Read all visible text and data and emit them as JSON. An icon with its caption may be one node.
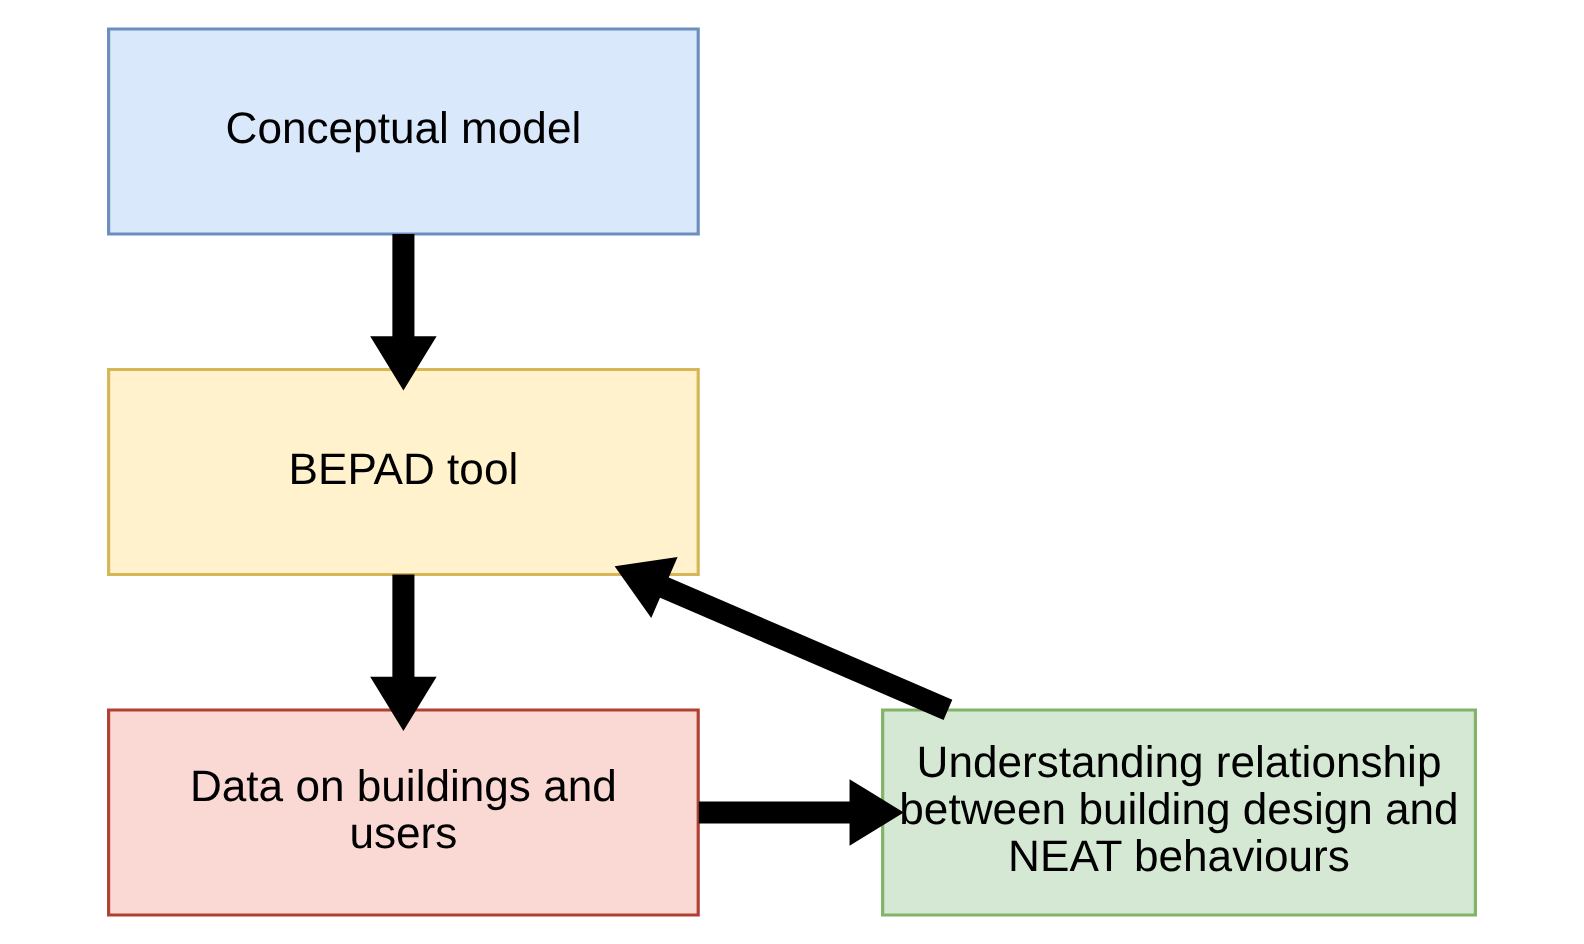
{
  "diagram": {
    "nodes": [
      {
        "text": [
          "Conceptual model"
        ]
      },
      {
        "text": [
          "BEPAD tool"
        ]
      },
      {
        "text": [
          "Data on buildings and users"
        ]
      },
      {
        "text": [
          "Understanding relationship between building design and NEAT behaviours"
        ]
      }
    ],
    "edges": [
      {
        "from": 0,
        "to": 1,
        "arrow": "to"
      },
      {
        "from": 1,
        "to": 2,
        "arrow": "to"
      },
      {
        "from": 2,
        "to": 3,
        "arrow": "to"
      },
      {
        "from": 3,
        "to": 1,
        "arrow": "to"
      }
    ]
  }
}
